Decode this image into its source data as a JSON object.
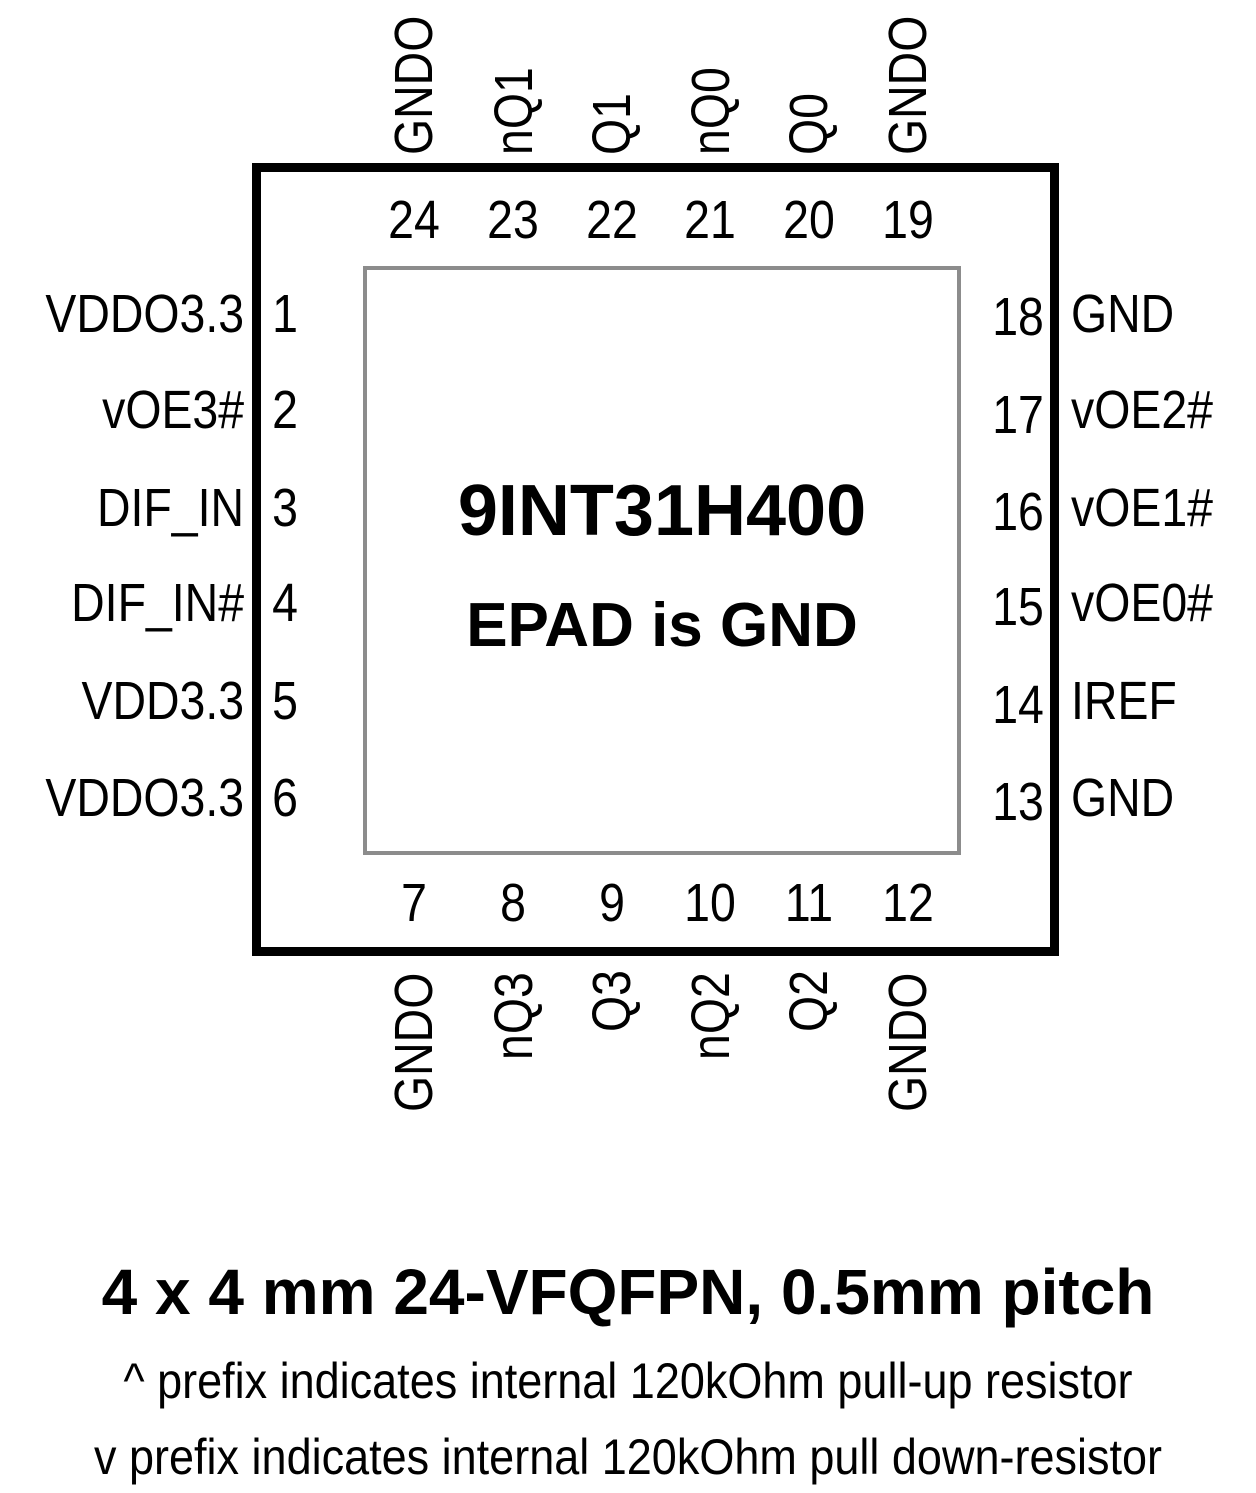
{
  "chip": {
    "part_number": "9INT31H400",
    "epad_label": "EPAD is GND"
  },
  "pins": {
    "left": [
      {
        "num": "1",
        "name": "VDDO3.3"
      },
      {
        "num": "2",
        "name": "vOE3#"
      },
      {
        "num": "3",
        "name": "DIF_IN"
      },
      {
        "num": "4",
        "name": "DIF_IN#"
      },
      {
        "num": "5",
        "name": "VDD3.3"
      },
      {
        "num": "6",
        "name": "VDDO3.3"
      }
    ],
    "bottom": [
      {
        "num": "7",
        "name": "GNDO"
      },
      {
        "num": "8",
        "name": "nQ3"
      },
      {
        "num": "9",
        "name": "Q3"
      },
      {
        "num": "10",
        "name": "nQ2"
      },
      {
        "num": "11",
        "name": "Q2"
      },
      {
        "num": "12",
        "name": "GNDO"
      }
    ],
    "right": [
      {
        "num": "13",
        "name": "GND"
      },
      {
        "num": "14",
        "name": "IREF"
      },
      {
        "num": "15",
        "name": "vOE0#"
      },
      {
        "num": "16",
        "name": "vOE1#"
      },
      {
        "num": "17",
        "name": "vOE2#"
      },
      {
        "num": "18",
        "name": "GND"
      }
    ],
    "top": [
      {
        "num": "19",
        "name": "GNDO"
      },
      {
        "num": "20",
        "name": "Q0"
      },
      {
        "num": "21",
        "name": "nQ0"
      },
      {
        "num": "22",
        "name": "Q1"
      },
      {
        "num": "23",
        "name": "nQ1"
      },
      {
        "num": "24",
        "name": "GNDO"
      }
    ]
  },
  "package": {
    "title": "4 x 4 mm 24-VFQFPN, 0.5mm pitch",
    "note_pullup": "^ prefix indicates internal 120kOhm pull-up resistor",
    "note_pulldown": "v prefix indicates internal 120kOhm pull down-resistor"
  }
}
